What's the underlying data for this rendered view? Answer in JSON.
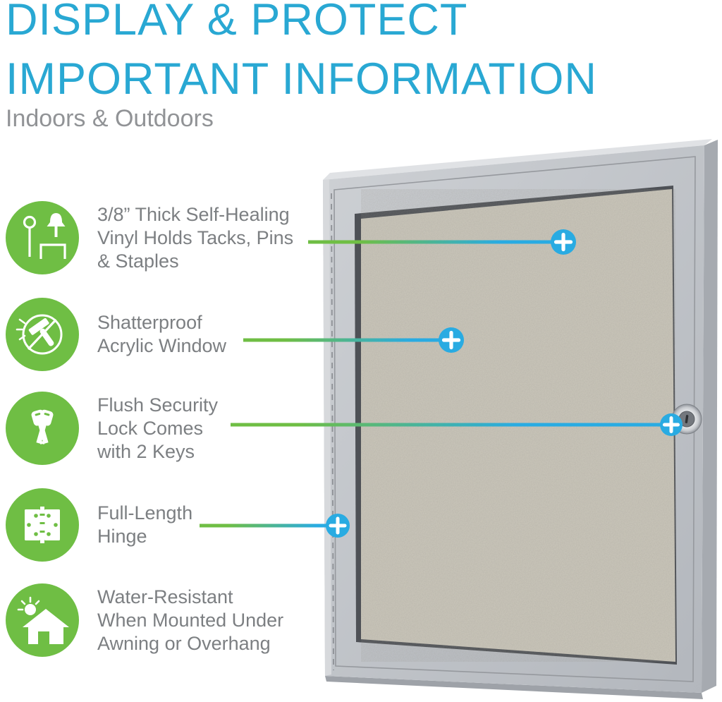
{
  "header": {
    "title_line1": "DISPLAY & PROTECT",
    "title_line2": "IMPORTANT INFORMATION",
    "subtitle": "Indoors & Outdoors"
  },
  "features": [
    {
      "icon": "pin-tack-staple-icon",
      "lines": [
        "3/8” Thick Self-Healing",
        "Vinyl Holds Tacks, Pins",
        "& Staples"
      ]
    },
    {
      "icon": "shatterproof-hammer-icon",
      "lines": [
        "Shatterproof",
        "Acrylic Window"
      ]
    },
    {
      "icon": "security-keys-icon",
      "lines": [
        "Flush Security",
        "Lock Comes",
        "with 2 Keys"
      ]
    },
    {
      "icon": "hinge-icon",
      "lines": [
        "Full-Length",
        "Hinge"
      ]
    },
    {
      "icon": "house-sun-icon",
      "lines": [
        "Water-Resistant",
        "When Mounted Under",
        "Awning or Overhang"
      ]
    }
  ],
  "hotspots": {
    "symbol": "+",
    "count": 4
  },
  "colors": {
    "title_cyan": "#29A8D3",
    "accent_cyan": "#29ABE2",
    "accent_green": "#6FBE44",
    "feature_text_gray": "#7C7F82",
    "subtitle_gray": "#919396",
    "frame_gray": "#BFC3C8",
    "vinyl_beige": "#CBC7BB"
  }
}
